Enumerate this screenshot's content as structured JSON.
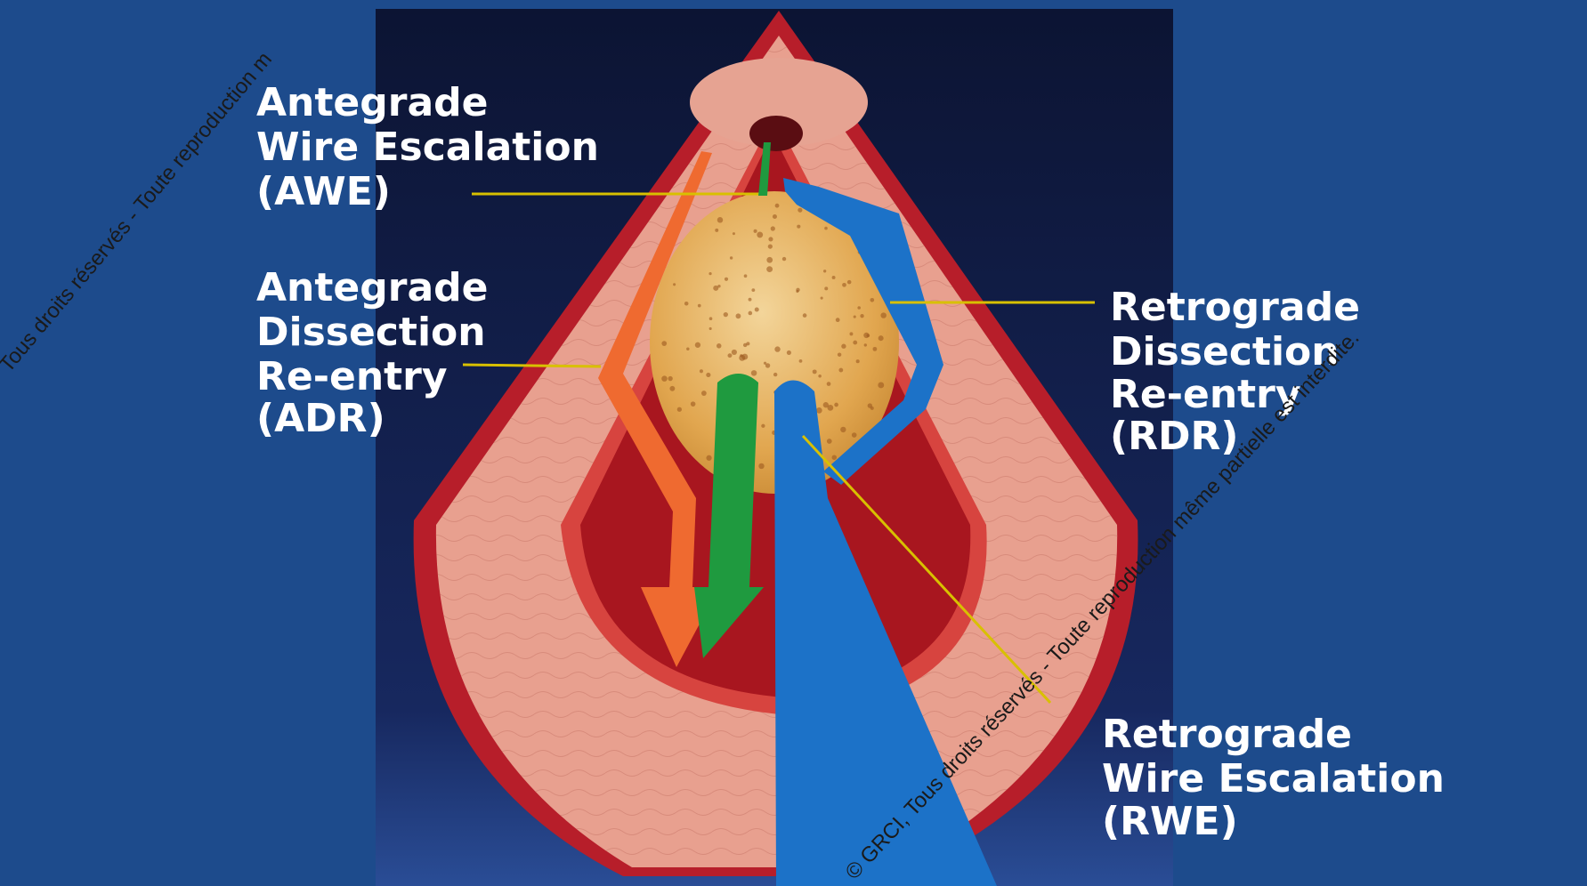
{
  "labels": {
    "awe": [
      "Antegrade",
      "Wire Escalation",
      "(AWE)"
    ],
    "adr": [
      "Antegrade",
      "Dissection",
      "Re-entry",
      "(ADR)"
    ],
    "rdr": [
      "Retrograde",
      "Dissection",
      "Re-entry",
      "(RDR)"
    ],
    "rwe": [
      "Retrograde",
      "Wire Escalation",
      "(RWE)"
    ]
  },
  "watermark": {
    "top_left": "Tous droits réservés - Toute reproduction m",
    "bottom_right": "© GRCI, Tous droits réservés - Toute reproduction même partielle est interdite."
  },
  "colors": {
    "background_blue": "#1d4b8c",
    "center_panel": "#0f1c46",
    "vessel_outer": "#b71e2a",
    "vessel_wall": "#e8a08f",
    "lumen": "#a8161f",
    "plaque": "#e6b25c",
    "antegrade_arrow": "#ef6a30",
    "awe_wire": "#1f9a3f",
    "retrograde_wire": "#1c72c8",
    "leader_line": "#d8c000"
  }
}
